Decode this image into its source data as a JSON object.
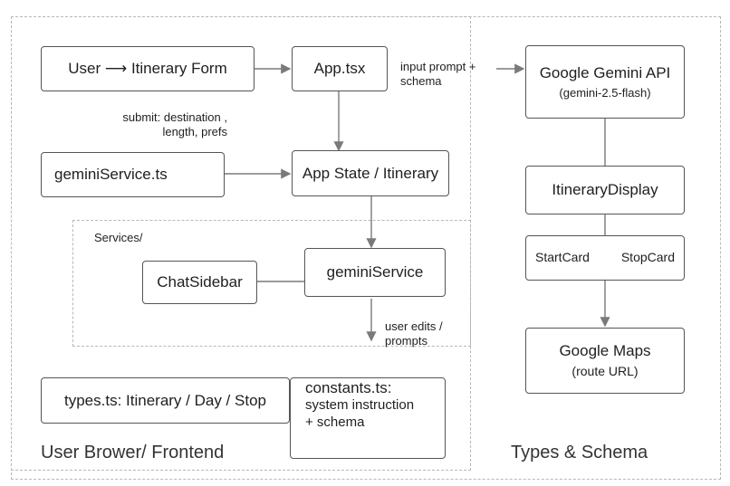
{
  "nodes": {
    "user_form": "User ⟶ Itinerary Form",
    "app_tsx": "App.tsx",
    "gemini_api": "Google Gemini API",
    "gemini_api_sub": "(gemini-2.5-flash)",
    "gemini_service_ts": "geminiService.ts",
    "app_state": "App State / Itinerary",
    "itinerary_display": "ItineraryDisplay",
    "start_card": "StartCard",
    "stop_card": "StopCard",
    "chat_sidebar": "ChatSidebar",
    "gemini_service": "geminiService",
    "google_maps": "Google Maps",
    "google_maps_sub": "(route URL)",
    "types_ts": "types.ts: Itinerary / Day / Stop",
    "constants_ts_line1": "constants.ts:",
    "constants_ts_line2": "system instruction",
    "constants_ts_line3": "+ schema"
  },
  "labels": {
    "input_prompt_line1": "input prompt +",
    "input_prompt_line2": "schema",
    "submit_line1": "submit: destination ,",
    "submit_line2": "length, prefs",
    "services": "Services/",
    "user_edits_line1": "user edits /",
    "user_edits_line2": "prompts"
  },
  "sections": {
    "frontend": "User Brower/ Frontend",
    "types_schema": "Types & Schema"
  },
  "colors": {
    "line": "#7a7a7a",
    "border": "#555555",
    "dashed": "#b8b8b8"
  }
}
